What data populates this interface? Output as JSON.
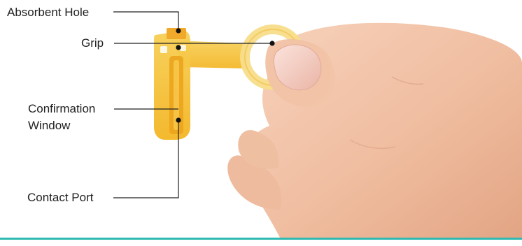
{
  "labels": {
    "absorbent_hole": "Absorbent Hole",
    "grip": "Grip",
    "confirmation_window_line1": "Confirmation",
    "confirmation_window_line2": "Window",
    "contact_port": "Contact Port"
  },
  "colors": {
    "strip_amber": "#f2b21e",
    "strip_light": "#fbe6a2",
    "skin": "#f3c4a8",
    "skin_shadow": "#d89a7d",
    "accent_rule": "#2fb9b0",
    "leader_line": "#222222"
  }
}
